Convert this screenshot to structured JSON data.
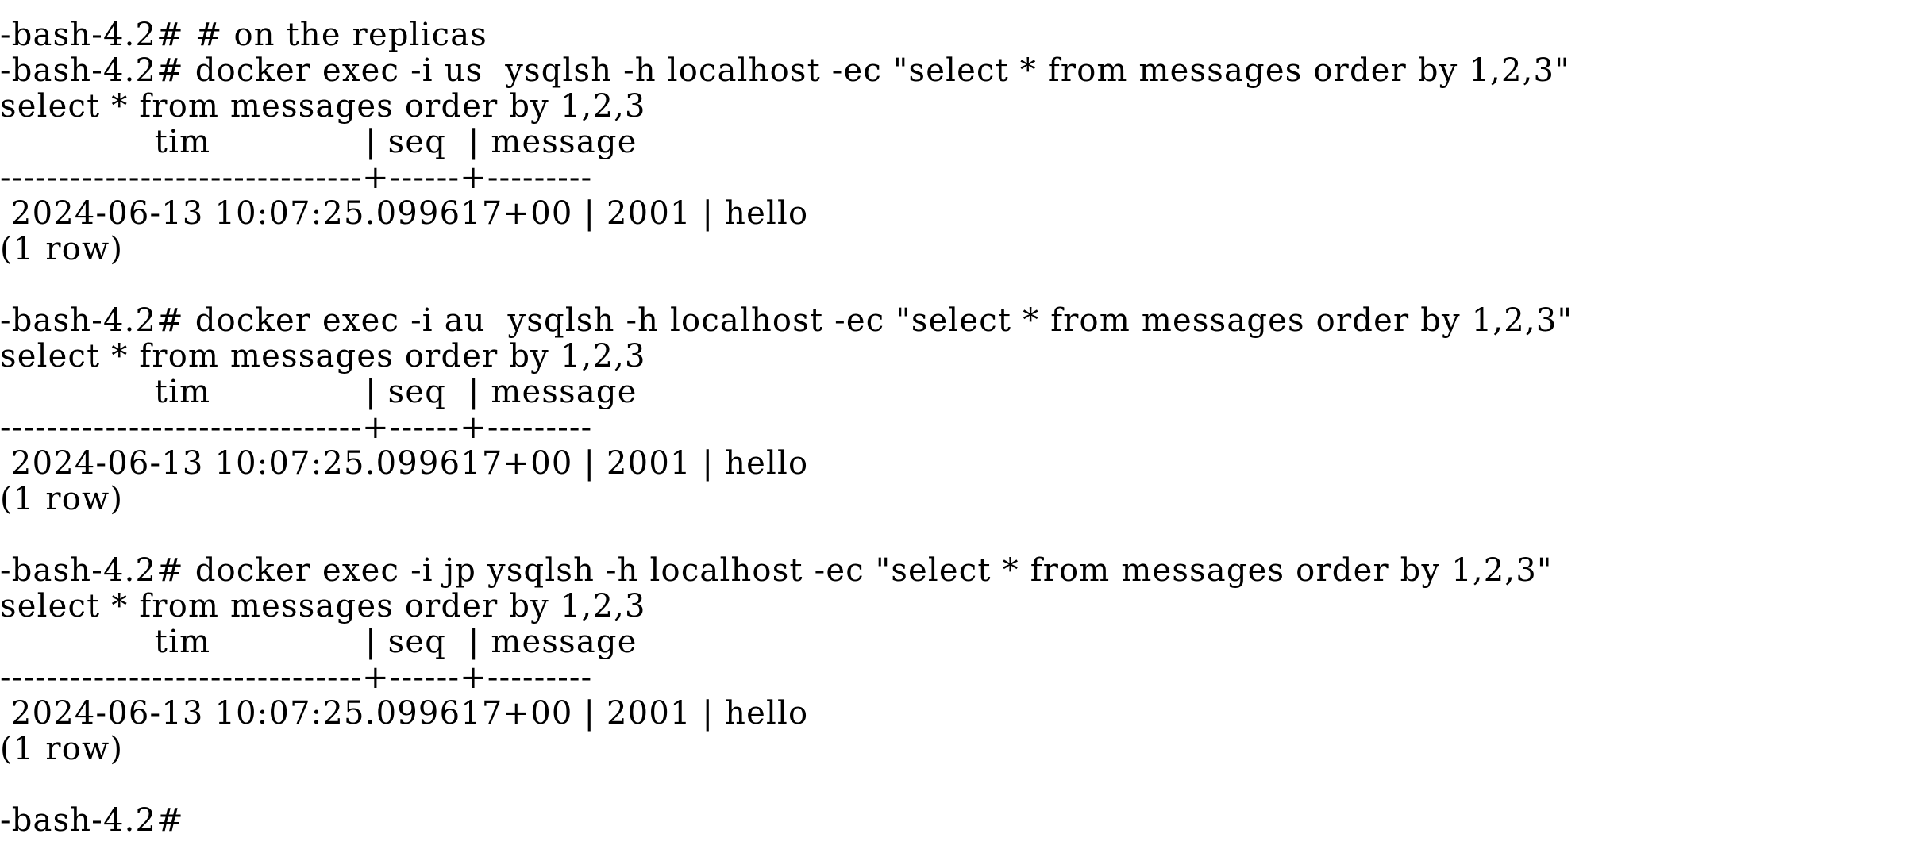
{
  "terminal": {
    "lines": [
      "-bash-4.2# # on the replicas",
      "-bash-4.2# docker exec -i us  ysqlsh -h localhost -ec \"select * from messages order by 1,2,3\"",
      "select * from messages order by 1,2,3",
      "              tim              | seq  | message",
      "-------------------------------+------+---------",
      " 2024-06-13 10:07:25.099617+00 | 2001 | hello",
      "(1 row)",
      "",
      "-bash-4.2# docker exec -i au  ysqlsh -h localhost -ec \"select * from messages order by 1,2,3\"",
      "select * from messages order by 1,2,3",
      "              tim              | seq  | message",
      "-------------------------------+------+---------",
      " 2024-06-13 10:07:25.099617+00 | 2001 | hello",
      "(1 row)",
      "",
      "-bash-4.2# docker exec -i jp ysqlsh -h localhost -ec \"select * from messages order by 1,2,3\"",
      "select * from messages order by 1,2,3",
      "              tim              | seq  | message",
      "-------------------------------+------+---------",
      " 2024-06-13 10:07:25.099617+00 | 2001 | hello",
      "(1 row)",
      "",
      "-bash-4.2#"
    ]
  }
}
